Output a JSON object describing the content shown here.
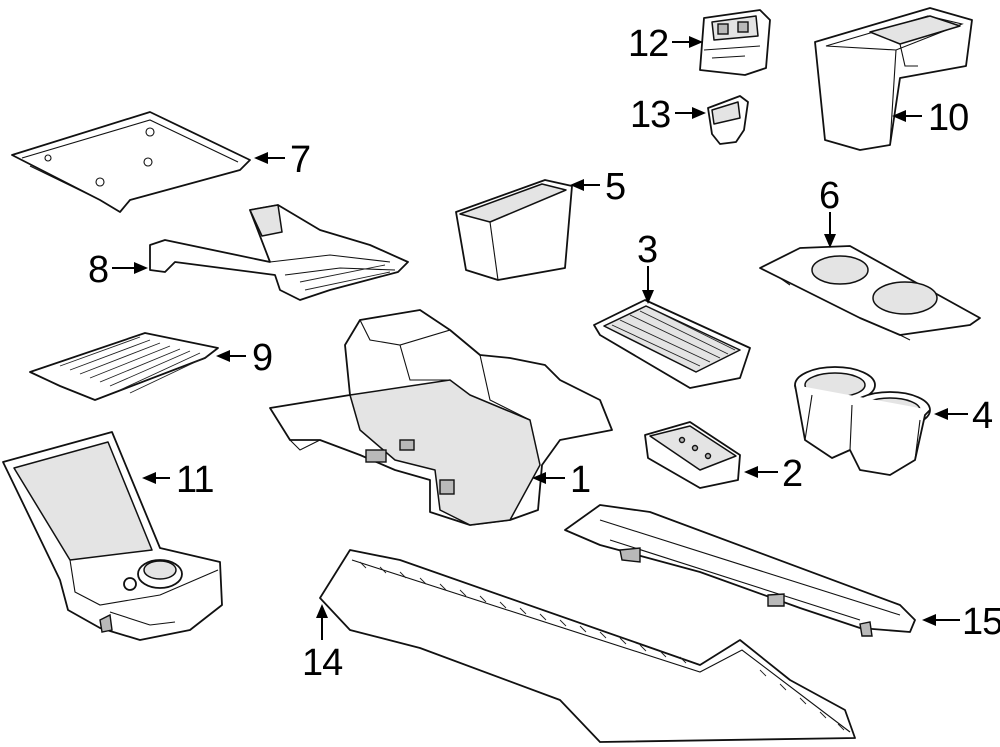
{
  "diagram": {
    "callouts": {
      "c1": "1",
      "c2": "2",
      "c3": "3",
      "c4": "4",
      "c5": "5",
      "c6": "6",
      "c7": "7",
      "c8": "8",
      "c9": "9",
      "c10": "10",
      "c11": "11",
      "c12": "12",
      "c13": "13",
      "c14": "14",
      "c15": "15"
    }
  },
  "colors": {
    "line": "#111111",
    "fill": "#ffffff",
    "shade": "#e4e4e4"
  }
}
